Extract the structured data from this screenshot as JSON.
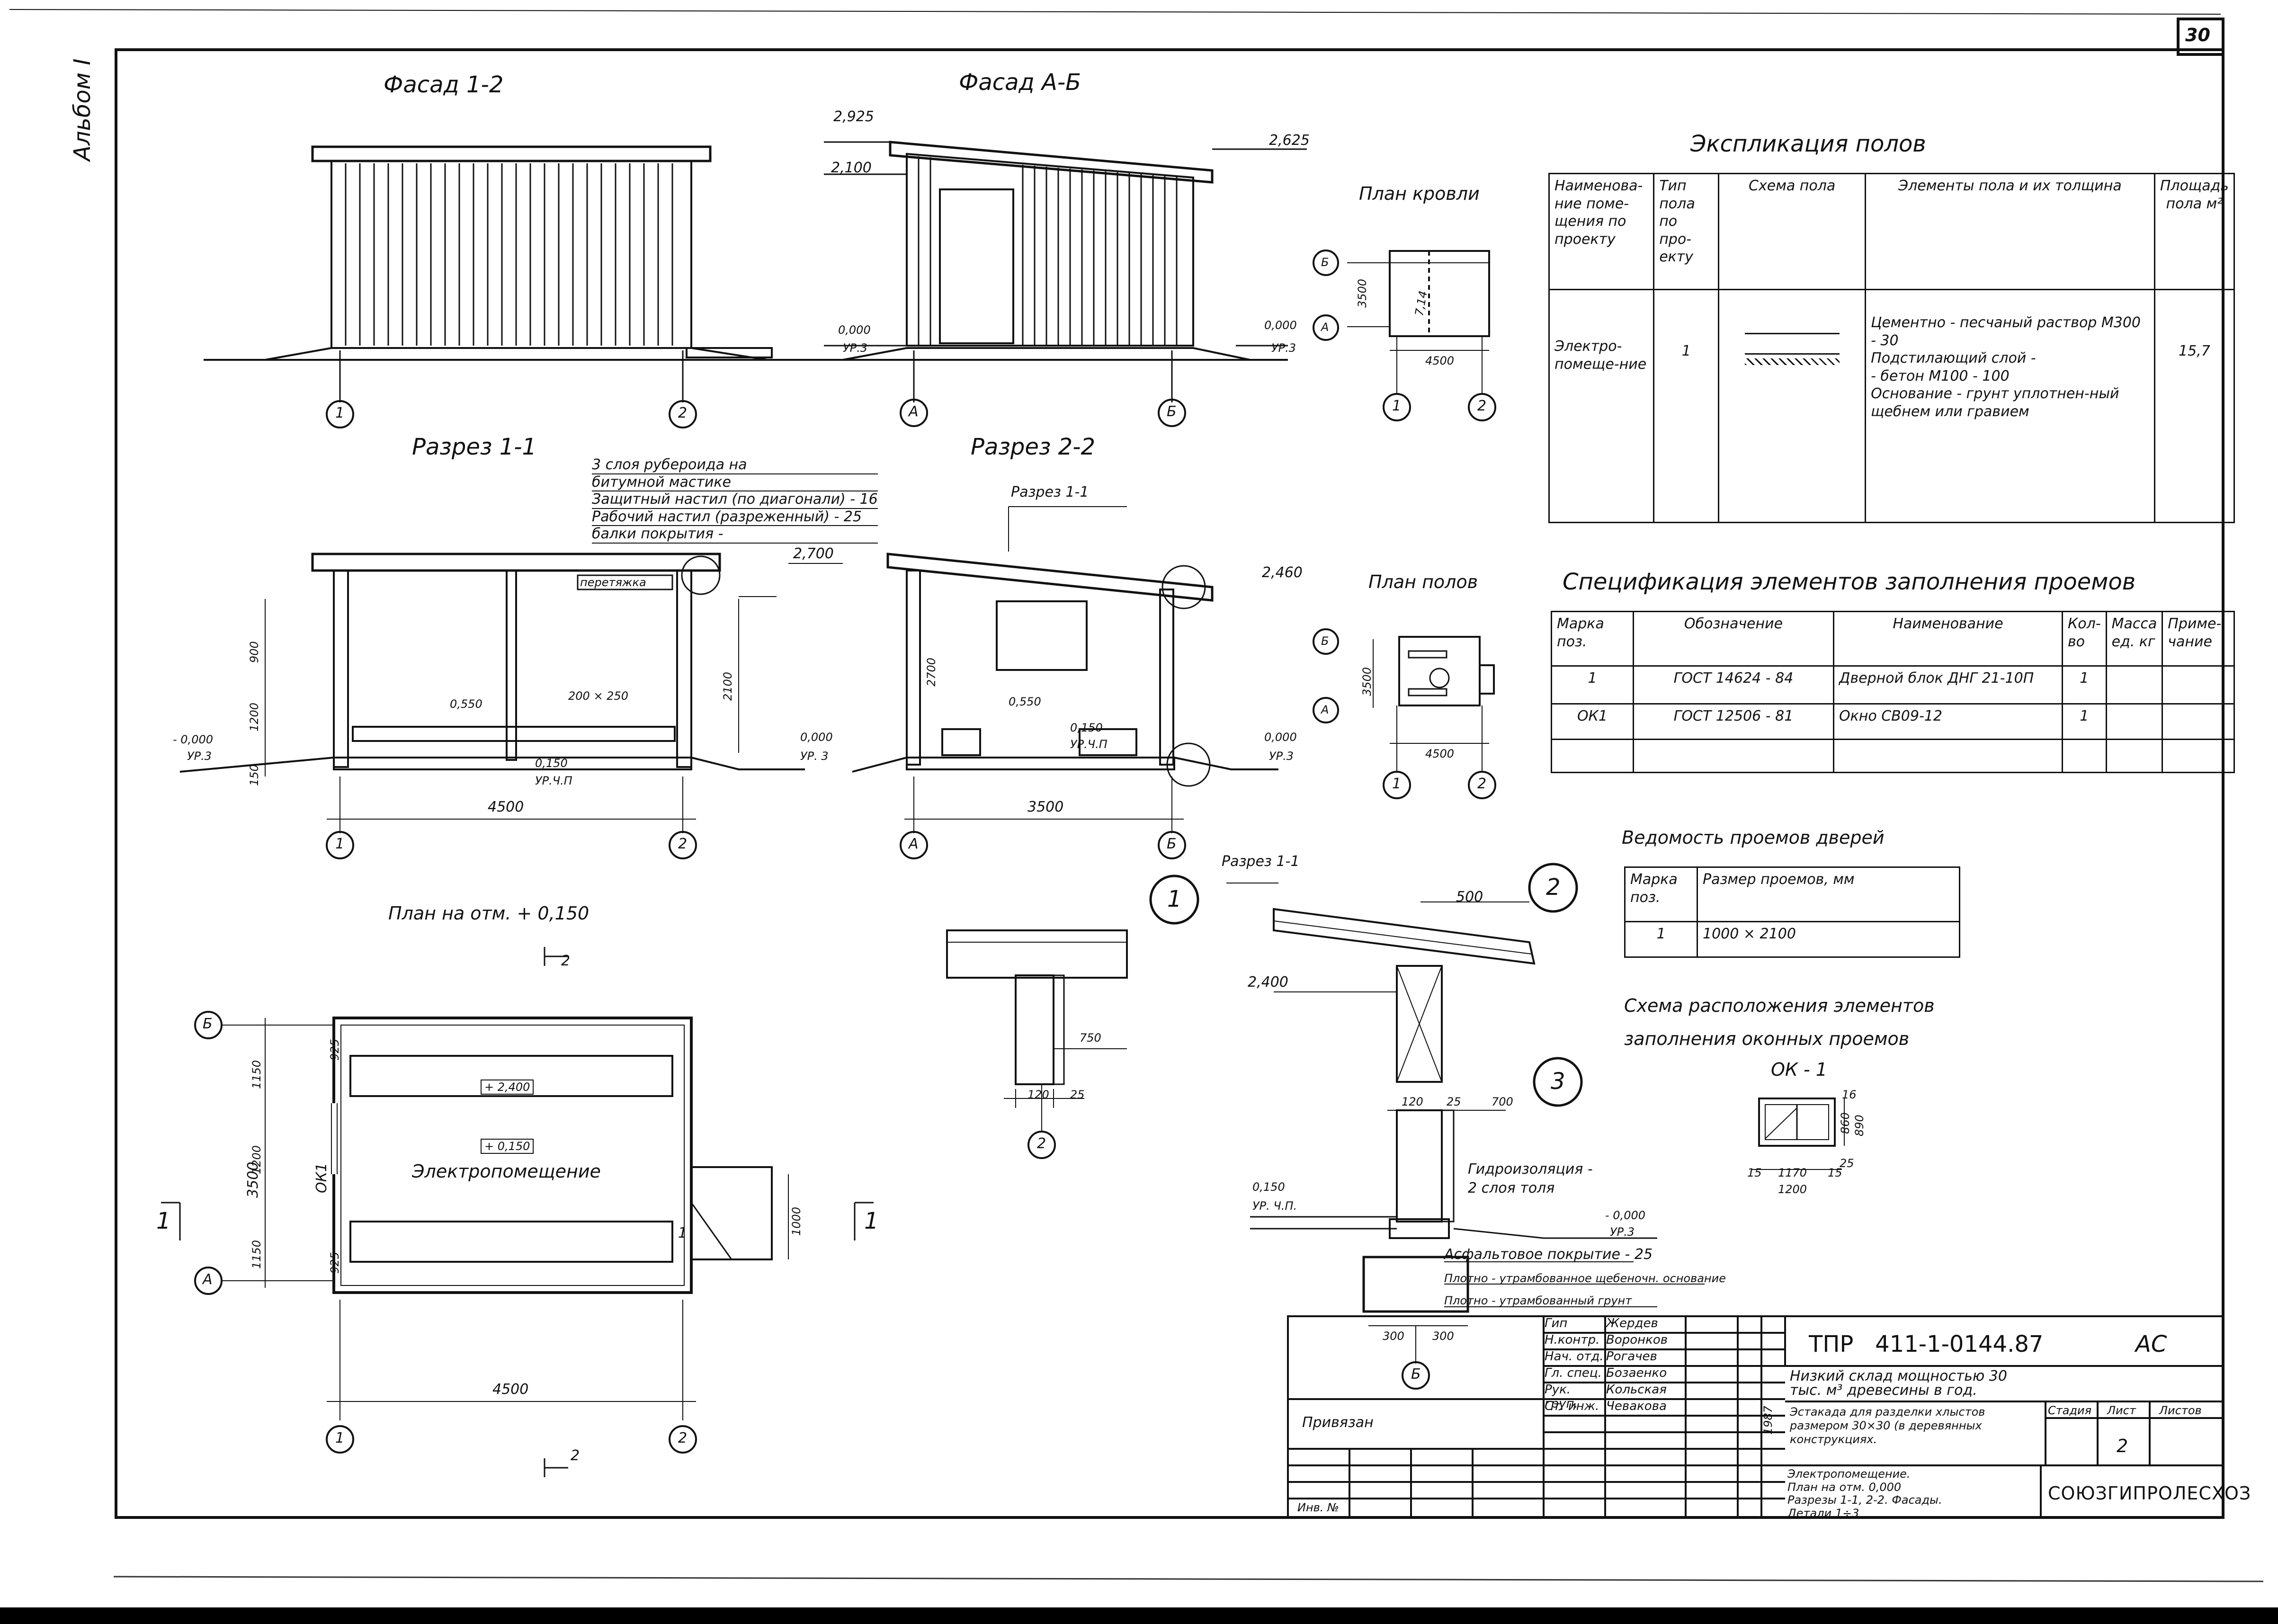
{
  "sheet": {
    "page_number": "30",
    "album": "Альбом I"
  },
  "views": {
    "facade_1_2": "Фасад 1-2",
    "facade_a_b": "Фасад А-Б",
    "roof_plan": "План кровли",
    "section_1_1": "Разрез 1-1",
    "section_2_2": "Разрез 2-2",
    "floor_plan": "План полов",
    "plan_level": "План на отм. + 0,150",
    "section_ref_1_1": "Разрез 1-1"
  },
  "axes": {
    "a1": "1",
    "a2": "2",
    "aA": "А",
    "aB": "Б",
    "d1": "1",
    "d2": "2",
    "d3": "3",
    "d6": "Б",
    "ok1": "ОК1"
  },
  "marks": {
    "m2925": "2,925",
    "m2100": "2,100",
    "m2625": "2,625",
    "m0000a": "0,000",
    "ur3a": "УР.3",
    "m0000b": "0,000",
    "ur3b": "УР.3",
    "m2700": "2,700",
    "m2460": "2,460",
    "m0000c": "- 0,000",
    "ur3c": "УР.3",
    "m0000d": "0,000",
    "ur3d": "УР. 3",
    "m0000e": "0,000",
    "ur3e": "УР.3",
    "m0550a": "0,550",
    "m0550b": "0,550",
    "m0150a": "0,150",
    "urchp_a": "УР.Ч.П",
    "m0150b": "0,150",
    "urchp_b": "УР.Ч.П",
    "m2400a": "+ 2,400",
    "m0150c": "+ 0,150",
    "m2400b": "2,400",
    "m0150d": "0,150",
    "urchp_c": "УР. Ч.П.",
    "m0000f": "- 0,000",
    "ur3f": "УР.3",
    "per": "перетяжка",
    "beam": "200 × 250"
  },
  "dims": {
    "d4500a": "4500",
    "d3500a": "3500",
    "d4500b": "4500",
    "d3500b": "3500",
    "d4500c": "4500",
    "d3500c": "3500",
    "d4500d": "4500",
    "d3500d": "3500",
    "d900": "900",
    "d1200": "1200",
    "d150": "150",
    "d2100": "2100",
    "d2700": "2700",
    "d1150a": "1150",
    "d1200b": "1200",
    "d1150b": "1150",
    "d925a": "925",
    "d925b": "925",
    "d1000": "1000",
    "d750": "750",
    "d120a": "120",
    "d25a": "25",
    "d500": "500",
    "d120b": "120",
    "d25b": "25",
    "d700": "700",
    "d300a": "300",
    "d300b": "300",
    "d15a": "15",
    "d1170": "1170",
    "d15b": "15",
    "d1200c": "1200",
    "d16": "16",
    "d860": "860",
    "d890": "890",
    "d25c": "25",
    "d7_14": "7,14"
  },
  "roof_layers": [
    "3 слоя рубероида на",
    "битумной мастике",
    "Защитный настил (по диагонали) - 16",
    "Рабочий настил (разреженный) - 25",
    "балки покрытия -"
  ],
  "detail_notes": {
    "hydro": "Гидроизоляция -",
    "hydro2": "2 слоя толя",
    "asphalt": "Асфальтовое покрытие - 25",
    "gravel": "Плотно - утрамбованное щебеночн. основание",
    "soil": "Плотно - утрамбованный грунт"
  },
  "room_label": "Электропомещение",
  "explication": {
    "title": "Экспликация полов",
    "headers": [
      "Наименова-ние поме-щения по проекту",
      "Тип пола по про-екту",
      "Схема пола",
      "Элементы пола и их толщина",
      "Площадь пола м²"
    ],
    "row": {
      "name": "Электро-помеще-ние",
      "type": "1",
      "elements": "Цементно - песчаный раствор М300 - 30\nПодстилающий слой -\n- бетон М100 - 100\nОснование - грунт уплотнен-ный щебнем или гравием",
      "area": "15,7"
    }
  },
  "specification": {
    "title": "Спецификация элементов заполнения проемов",
    "headers": [
      "Марка поз.",
      "Обозначение",
      "Наименование",
      "Кол-во",
      "Масса ед. кг",
      "Приме-чание"
    ],
    "rows": [
      [
        "1",
        "ГОСТ 14624 - 84",
        "Дверной блок ДНГ 21-10П",
        "1",
        "",
        ""
      ],
      [
        "ОК1",
        "ГОСТ 12506 - 81",
        "Окно СВ09-12",
        "1",
        "",
        ""
      ],
      [
        "",
        "",
        "",
        "",
        "",
        ""
      ]
    ]
  },
  "door_schedule": {
    "title": "Ведомость проемов дверей",
    "headers": [
      "Марка поз.",
      "Размер проемов, мм"
    ],
    "rows": [
      [
        "1",
        "1000 × 2100"
      ]
    ]
  },
  "window_scheme": {
    "title1": "Схема расположения элементов",
    "title2": "заполнения оконных проемов",
    "mark": "ОК - 1"
  },
  "title_block": {
    "code": "ТПР   411-1-0144.87",
    "stage_mark": "АС",
    "project": "Низкий склад мощностью 30 тыс. м³ древесины в год.",
    "object": "Эстакада для разделки хлыстов размером 30×30 (в деревянных конструкциях.",
    "sheet_title": "Электропомещение.\nПлан на отм. 0,000\nРазрезы 1-1, 2-2. Фасады.\nДетали 1÷3",
    "org": "СОЮЗГИПРОЛЕСХОЗ",
    "stage_h": "Стадия",
    "sheet_h": "Лист",
    "sheets_h": "Листов",
    "sheet_no": "2",
    "binding": "Привязан",
    "inv": "Инв. №",
    "staff": [
      [
        "Гип",
        "Жердев"
      ],
      [
        "Н.контр.",
        "Воронков"
      ],
      [
        "Нач. отд.",
        "Рогачев"
      ],
      [
        "Гл. спец.",
        "Бозаенко"
      ],
      [
        "Рук. груп.",
        "Кольская"
      ],
      [
        "Ст. инж.",
        "Чевакова"
      ]
    ],
    "year": "1987"
  }
}
